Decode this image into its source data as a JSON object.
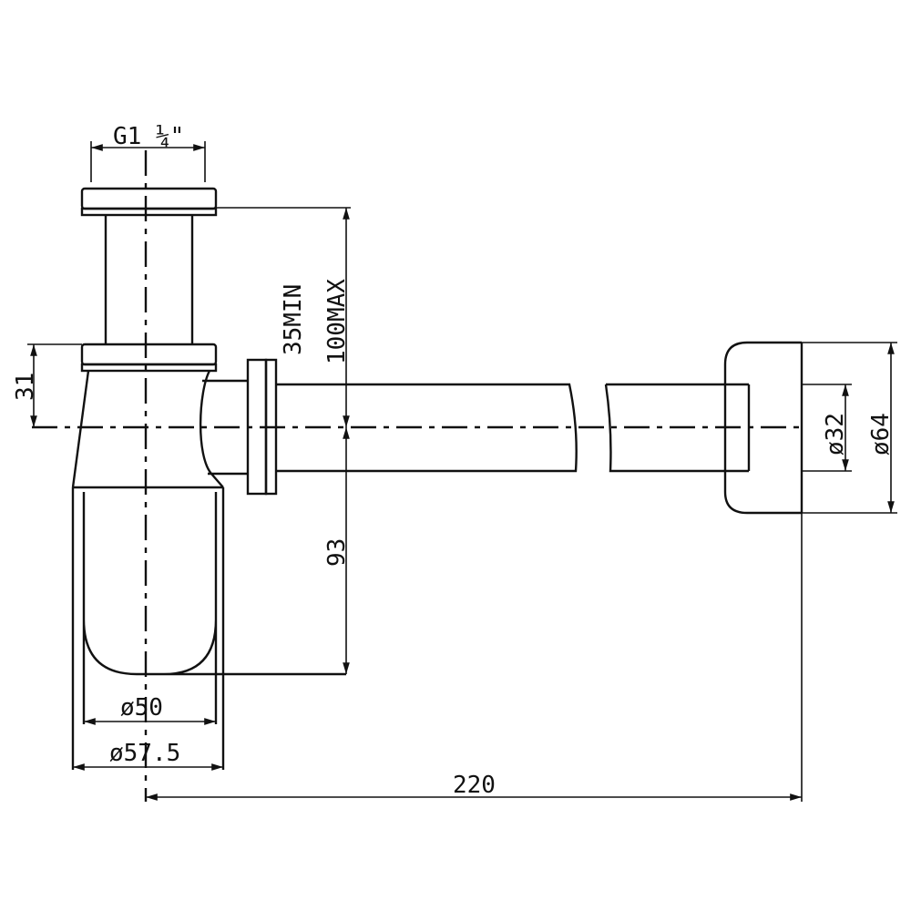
{
  "title": "Bottle trap technical drawing",
  "dimensions": {
    "thread": "G1 ¼\"",
    "adjust_min": "35MIN",
    "adjust_max": "100MAX",
    "outlet_offset": "31",
    "trap_depth": "93",
    "inner_diameter": "ø50",
    "outer_diameter": "ø57.5",
    "wall_distance": "220",
    "pipe_diameter": "ø32",
    "flange_diameter": "ø64"
  },
  "colors": {
    "line": "#111111",
    "background": "#ffffff"
  }
}
